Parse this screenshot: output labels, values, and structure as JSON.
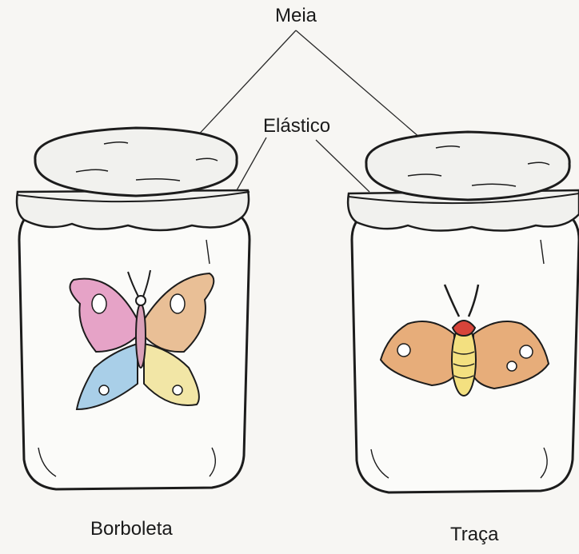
{
  "labels": {
    "top": "Meia",
    "middle": "Elástico",
    "left_jar": "Borboleta",
    "right_jar": "Traça"
  },
  "figure": {
    "left_jar_content": "butterfly",
    "right_jar_content": "moth",
    "colors": {
      "outline": "#1c1c1c",
      "paper": "#f7f6f3",
      "jar_glass": "#fbfbf9",
      "lid_cloth": "#f1f1ee",
      "butterfly_pink": "#e6a3c7",
      "butterfly_peach": "#e9bf96",
      "butterfly_blue": "#a9cfe8",
      "butterfly_yellow": "#f2e6a6",
      "moth_orange": "#e7ad7a",
      "moth_head_red": "#d7443a",
      "moth_body_yellow": "#f3e080"
    }
  }
}
